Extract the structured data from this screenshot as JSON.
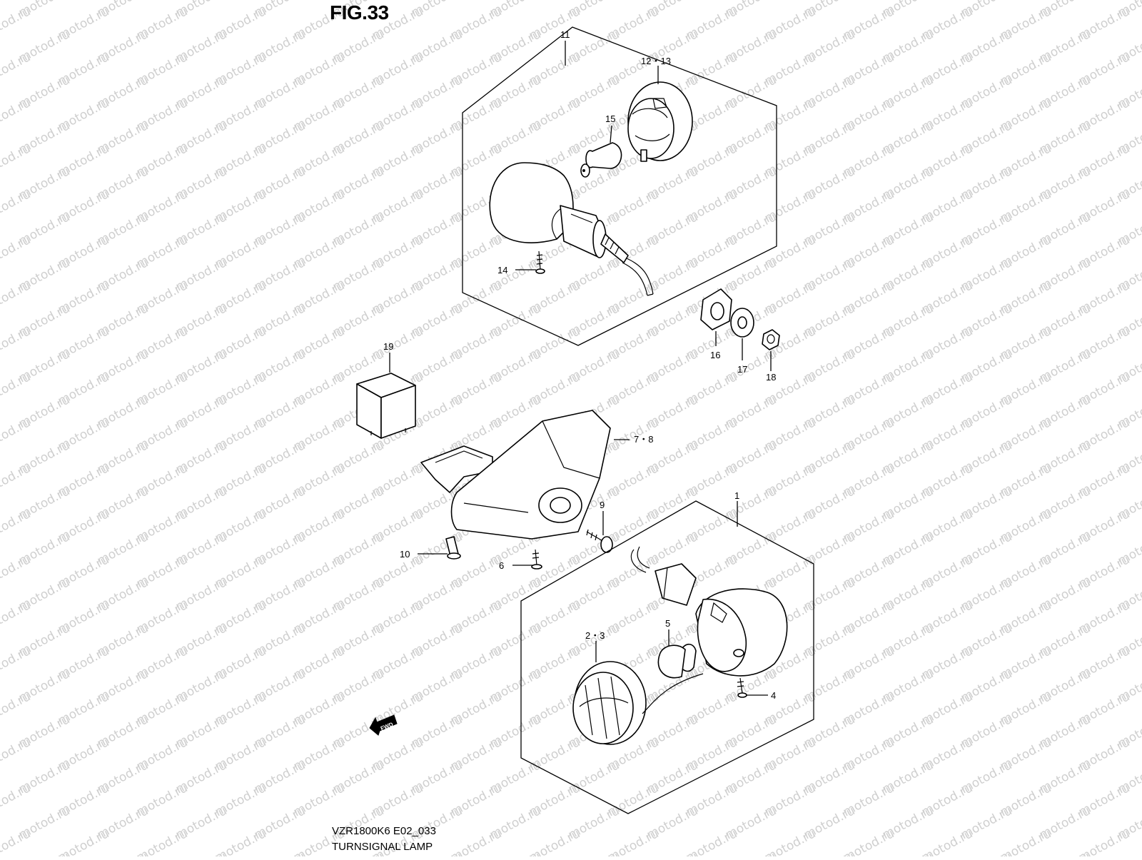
{
  "figure": {
    "title": "FIG.33",
    "model_code": "VZR1800K6 E02_033",
    "caption": "TURNSIGNAL LAMP"
  },
  "watermark": {
    "text": "motod.ru",
    "color": "#cfcfcf"
  },
  "callouts": {
    "c1": "1",
    "c2_3": "2・3",
    "c4": "4",
    "c5": "5",
    "c6": "6",
    "c7_8": "7・8",
    "c9": "9",
    "c10": "10",
    "c11": "11",
    "c12_13": "12・13",
    "c14": "14",
    "c15": "15",
    "c16": "16",
    "c17": "17",
    "c18": "18",
    "c19": "19"
  },
  "direction_marker": {
    "label": "FWD",
    "icon": "fwd-arrow-icon"
  }
}
